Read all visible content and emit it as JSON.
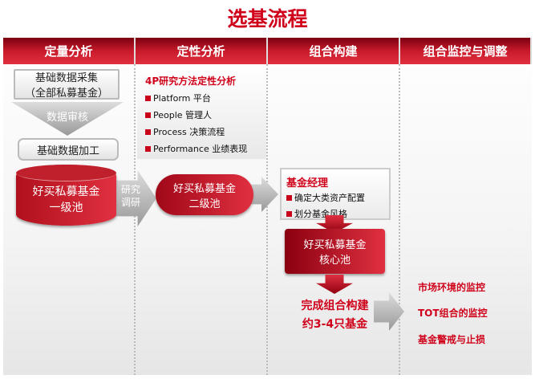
{
  "title": "选基流程",
  "columns": [
    "定量分析",
    "定性分析",
    "组合构建",
    "组合监控与调整"
  ],
  "quant": {
    "collect": [
      "基础数据采集",
      "（全部私募基金）"
    ],
    "audit": "数据审核",
    "process": "基础数据加工",
    "pool1": [
      "好买私募基金",
      "一级池"
    ],
    "research": [
      "研究",
      "调研"
    ]
  },
  "qual": {
    "title": "4P研究方法定性分析",
    "items": [
      "Platform 平台",
      "People 管理人",
      "Process 决策流程",
      "Performance 业绩表现"
    ],
    "pool2": [
      "好买私募基金",
      "二级池"
    ]
  },
  "build": {
    "manager": "基金经理",
    "items": [
      "确定大类资产配置",
      "划分基金风格"
    ],
    "core": [
      "好买私募基金",
      "核心池"
    ],
    "result": [
      "完成组合构建",
      "约3-4只基金"
    ]
  },
  "monitor": {
    "items": [
      "市场环境的监控",
      "TOT组合的监控",
      "基金警戒与止损"
    ]
  }
}
